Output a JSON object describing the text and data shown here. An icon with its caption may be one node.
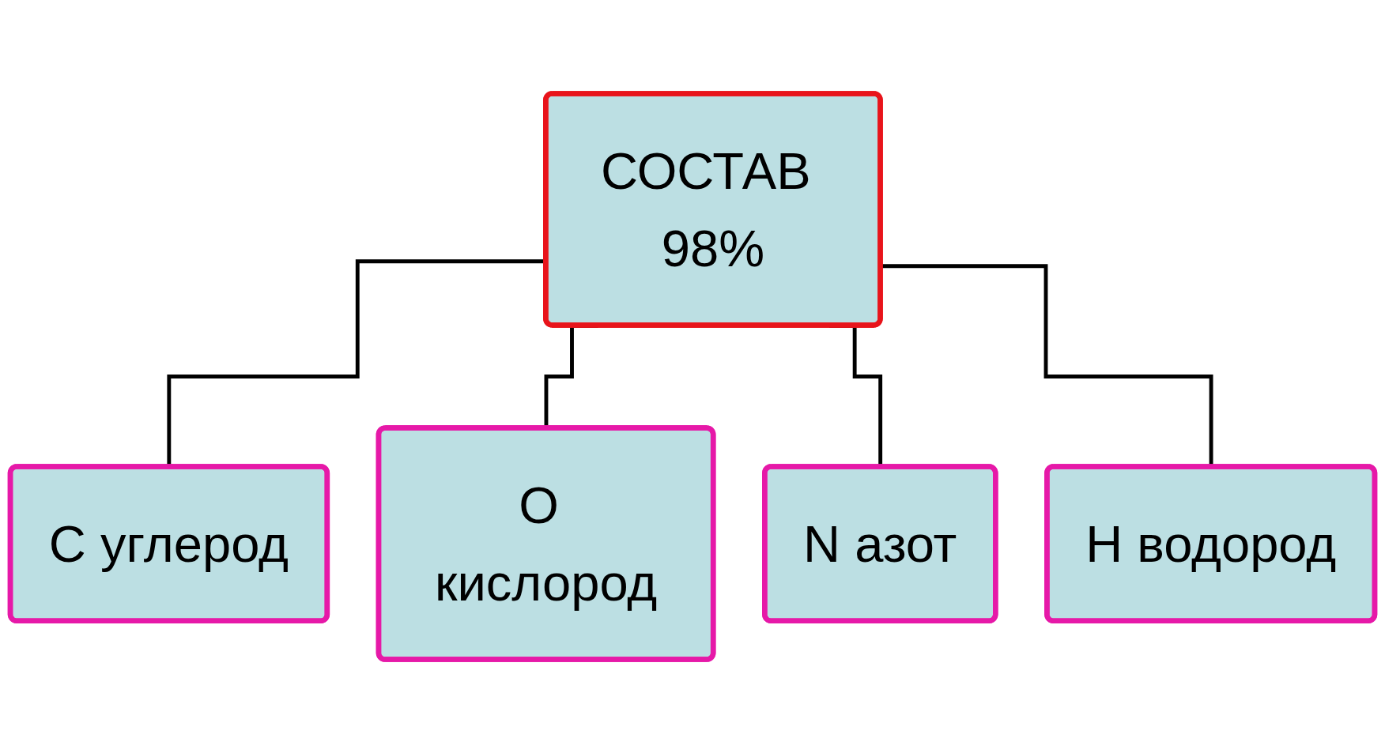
{
  "diagram": {
    "nodes": [
      {
        "text": [
          "СОСТАВ 98%"
        ]
      },
      {
        "text": [
          "C углерод"
        ]
      },
      {
        "text": [
          "O кислород"
        ]
      },
      {
        "text": [
          "N азот"
        ]
      },
      {
        "text": [
          "H водород"
        ]
      }
    ],
    "edges": [
      {
        "from": 0,
        "to": 1,
        "arrow": "none"
      },
      {
        "from": 0,
        "to": 2,
        "arrow": "none"
      },
      {
        "from": 0,
        "to": 3,
        "arrow": "none"
      },
      {
        "from": 0,
        "to": 4,
        "arrow": "none"
      }
    ]
  }
}
